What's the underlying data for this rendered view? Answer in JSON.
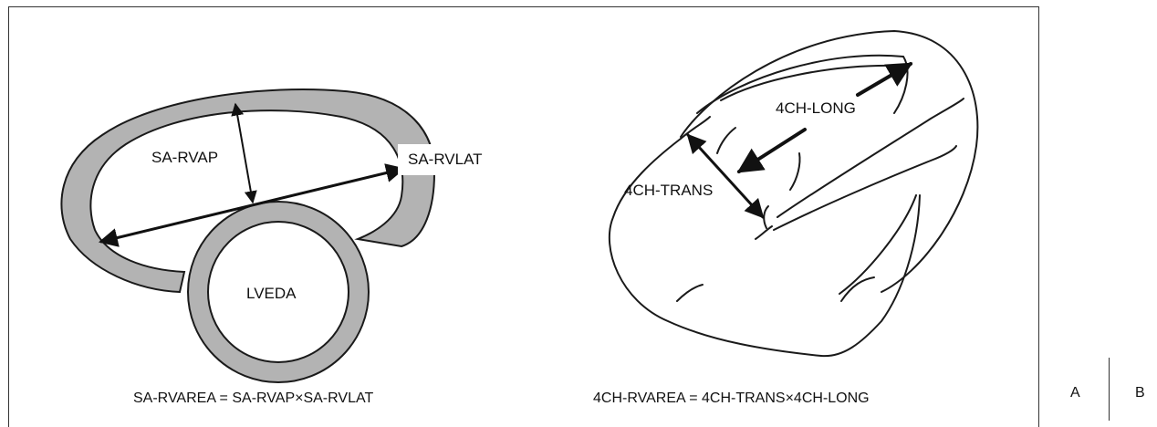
{
  "panel_a": {
    "labels": {
      "sa_rvap": "SA-RVAP",
      "sa_rvlat": "SA-RVLAT",
      "lveda": "LVEDA"
    },
    "caption": "SA-RVAREA = SA-RVAP×SA-RVLAT"
  },
  "panel_b": {
    "labels": {
      "ch_long": "4CH-LONG",
      "ch_trans": "4CH-TRANS"
    },
    "caption": "4CH-RVAREA = 4CH-TRANS×4CH-LONG"
  },
  "panel_letters": {
    "a": "A",
    "b": "B"
  },
  "colors": {
    "wall_fill": "#b3b3b3",
    "stroke": "#1a1a1a",
    "background": "#ffffff"
  }
}
